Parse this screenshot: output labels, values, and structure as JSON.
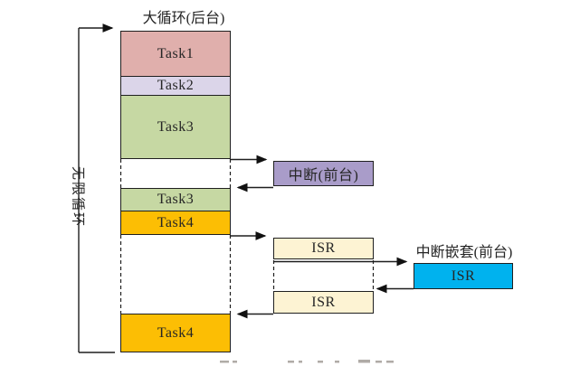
{
  "diagram": {
    "column_title": "大循环(后台)",
    "infinite_loop_label": "无限循环",
    "nested_interrupt_title": "中断嵌套(前台)",
    "blocks": [
      {
        "label": "Task1",
        "color": "#e0afac"
      },
      {
        "label": "Task2",
        "color": "#dbd5e9"
      },
      {
        "label": "Task3",
        "color": "#c6d8a3"
      },
      {
        "label": "Task3",
        "color": "#c6d8a3"
      },
      {
        "label": "Task4",
        "color": "#fcbe04"
      },
      {
        "label": "Task4",
        "color": "#fcbe04"
      }
    ],
    "interrupt_box": {
      "label": "中断(前台)",
      "color": "#a99cc9"
    },
    "isr_boxes": [
      {
        "label": "ISR",
        "color": "#fdf3d3"
      },
      {
        "label": "ISR",
        "color": "#fdf3d3"
      }
    ],
    "nested_isr_box": {
      "label": "ISR",
      "color": "#00b2ee"
    },
    "line_color": "#1f1f1f"
  }
}
